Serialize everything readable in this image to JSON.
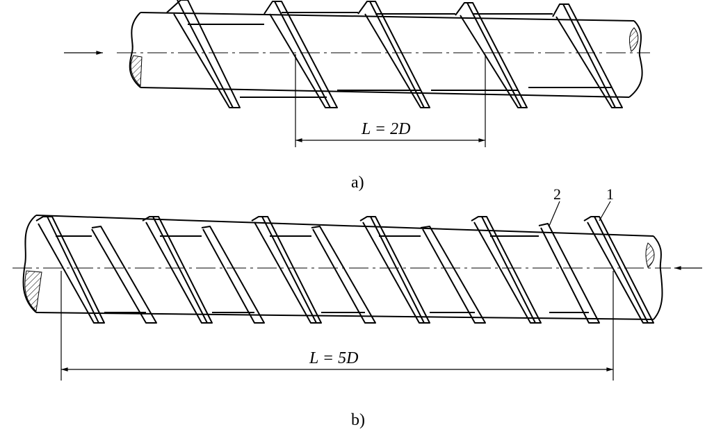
{
  "figure_a": {
    "caption": "a)",
    "dimension_label": "L = 2D"
  },
  "figure_b": {
    "caption": "b)",
    "dimension_label": "L = 5D",
    "callout_1": "1",
    "callout_2": "2"
  }
}
